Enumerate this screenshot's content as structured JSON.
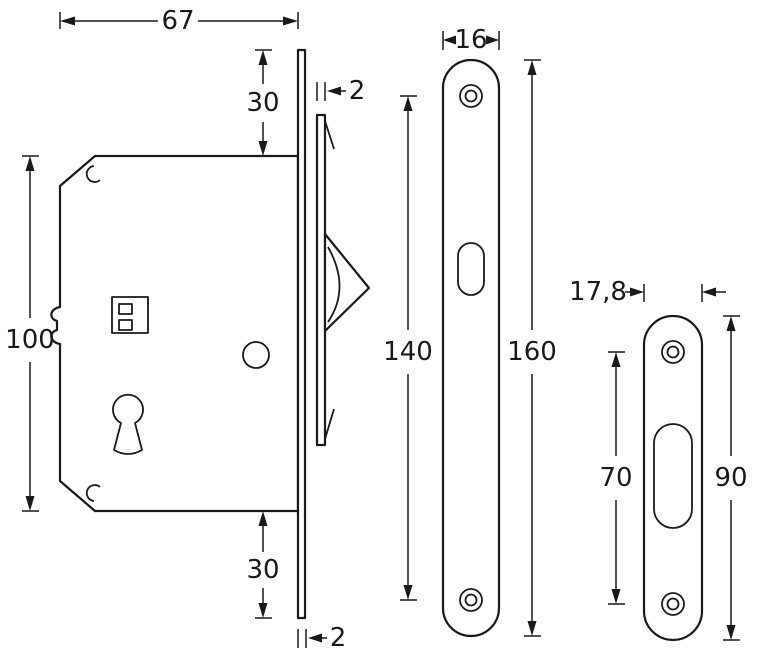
{
  "colors": {
    "background": "#ffffff",
    "line": "#1a1a1a"
  },
  "lock_body": {
    "width": "67",
    "height": "100",
    "top_offset": "30",
    "bottom_offset": "30",
    "faceplate_thickness_top": "2",
    "faceplate_thickness_bottom": "2"
  },
  "faceplate": {
    "width": "16",
    "hole_spacing": "140",
    "height": "160"
  },
  "strike_plate": {
    "width": "17,8",
    "hole_spacing": "70",
    "height": "90"
  }
}
